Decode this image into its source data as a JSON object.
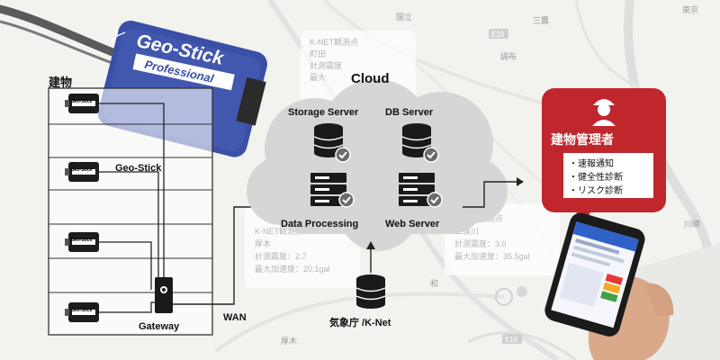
{
  "device_brand": "Geo-Stick",
  "device_edition": "Professional",
  "building_label": "建物",
  "geostick_label": "Geo-Stick",
  "stick_badge": "Geo-Stick",
  "gateway_label": "Gateway",
  "wan_label": "WAN",
  "cloud": {
    "title": "Cloud",
    "storage_server": "Storage Server",
    "db_server": "DB Server",
    "data_processing": "Data Processing",
    "web_server": "Web Server"
  },
  "jma_label": "気象庁 /K-Net",
  "manager": {
    "title": "建物管理者",
    "items": [
      "・速報通知",
      "・健全性診断",
      "・リスク診断"
    ]
  },
  "popups": [
    {
      "lines": [
        "K-NET観測点",
        "町田",
        "計測震度",
        "最大"
      ]
    },
    {
      "lines": [
        "K-NET観測点",
        "厚木",
        "計測震度：2.7",
        "最大加速度：20.1gal"
      ]
    },
    {
      "lines": [
        "K-NET観測点",
        "二俣川",
        "計測震度：3.0",
        "最大加速度：35.5gal"
      ]
    }
  ],
  "map_labels": [
    "国立",
    "三鷹",
    "東京",
    "調布",
    "川崎",
    "厚木",
    "E20",
    "E16",
    "和"
  ],
  "colors": {
    "manager_red": "#c0272d",
    "cloud_gray": "#d6d6d6",
    "device_blue": "#3a4fa6"
  }
}
